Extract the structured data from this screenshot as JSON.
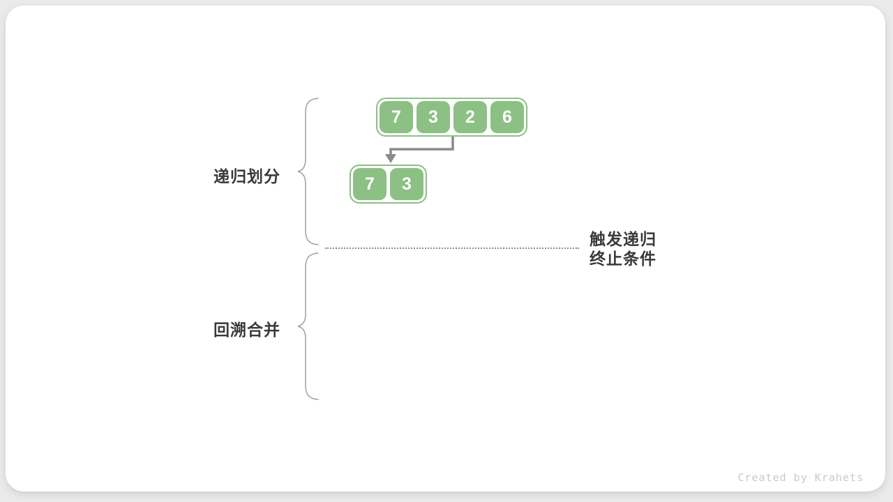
{
  "diagram": {
    "phase_labels": [
      {
        "label": "递归划分"
      },
      {
        "label": "回溯合并"
      }
    ],
    "annotation": {
      "line1": "触发递归",
      "line2": "终止条件"
    },
    "arrays": {
      "level1": [
        "7",
        "3",
        "2",
        "6"
      ],
      "level2": [
        "7",
        "3"
      ]
    },
    "watermark": "Created by Krahets",
    "colors": {
      "cell_green": "#8cc084",
      "arrow_gray": "#8a8a8a",
      "label_dark": "#3a3a3a",
      "brace_gray": "#9e9e9e",
      "dotted_gray": "#888888",
      "watermark_gray": "#c9c9c9",
      "card_white": "#ffffff",
      "page_bg": "#ebebeb"
    }
  }
}
